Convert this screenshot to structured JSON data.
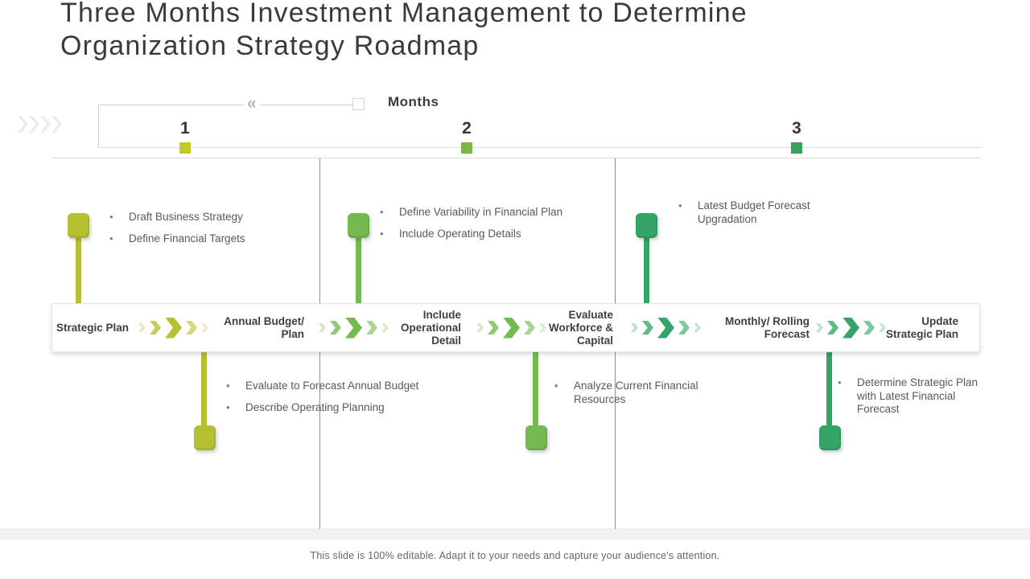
{
  "slide": {
    "title": "Three Months Investment Management to Determine Organization Strategy Roadmap",
    "footer_note": "This slide is 100% editable. Adapt it to your needs and capture your audience's attention."
  },
  "icons": {
    "double_left_arrow": "«"
  },
  "colors": {
    "lime": "#b5c033",
    "green": "#74ba50",
    "teal": "#35a567"
  },
  "months": {
    "heading": "Months",
    "items": [
      {
        "number": "1",
        "color": "#c1ca28"
      },
      {
        "number": "2",
        "color": "#79b843"
      },
      {
        "number": "3",
        "color": "#3ba05e"
      }
    ]
  },
  "timeline": {
    "stages": [
      "Strategic Plan",
      "Annual Budget/ Plan",
      "Include Operational Detail",
      "Evaluate Workforce & Capital",
      "Monthly/ Rolling Forecast",
      "Update Strategic Plan"
    ],
    "arrow_groups": [
      {
        "family": "lime"
      },
      {
        "family": "green"
      },
      {
        "family": "green"
      },
      {
        "family": "teal"
      },
      {
        "family": "teal"
      }
    ]
  },
  "sections": [
    {
      "month": "1",
      "family": "lime",
      "top_bullets": [
        "Draft Business Strategy",
        "Define Financial Targets"
      ],
      "bottom_bullets": [
        "Evaluate to Forecast Annual Budget",
        "Describe Operating Planning"
      ]
    },
    {
      "month": "2",
      "family": "green",
      "top_bullets": [
        "Define Variability in Financial Plan",
        "Include Operating Details"
      ],
      "bottom_bullets": [
        "Analyze Current Financial Resources"
      ]
    },
    {
      "month": "3",
      "family": "teal",
      "top_bullets": [
        "Latest Budget Forecast Upgradation"
      ],
      "bottom_bullets": [
        "Determine Strategic Plan with Latest Financial Forecast"
      ]
    }
  ]
}
